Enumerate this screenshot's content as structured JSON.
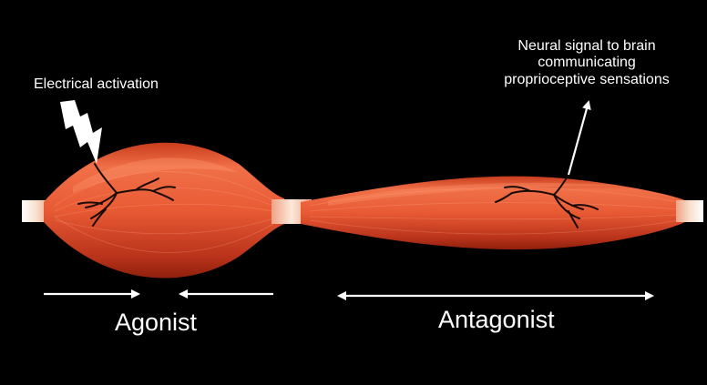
{
  "labels": {
    "electrical_activation": "Electrical activation",
    "neural_signal_lines": [
      "Neural signal to brain",
      "communicating",
      "proprioceptive sensations"
    ],
    "agonist": "Agonist",
    "antagonist": "Antagonist"
  },
  "colors": {
    "background": "#000000",
    "muscle_light": "#f2754d",
    "muscle_mid": "#e35530",
    "muscle_dark": "#a8270f",
    "tendon": "#f3e3d2",
    "nerve": "#1a0a05",
    "arrow": "#ffffff"
  },
  "icons": {
    "activation": "lightning-bolt-icon"
  }
}
